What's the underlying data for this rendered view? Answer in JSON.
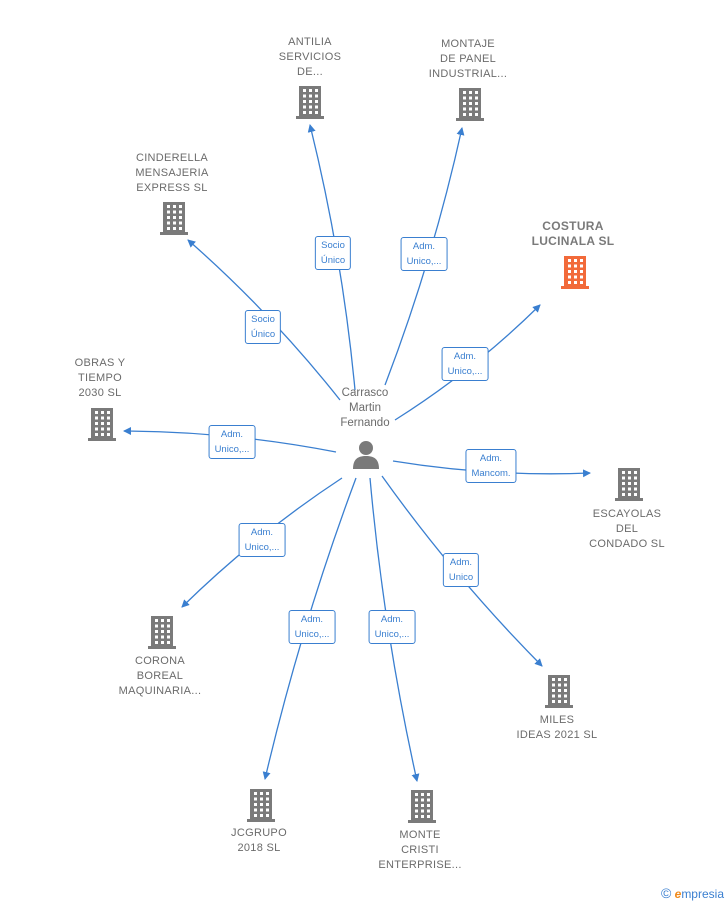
{
  "center": {
    "name": [
      "Carrasco",
      "Martin",
      "Fernando"
    ],
    "icon": "person-icon"
  },
  "nodes": [
    {
      "id": "antilia",
      "label": [
        "ANTILIA",
        "SERVICIOS",
        "DE..."
      ],
      "icon": "building-icon",
      "highlight": false
    },
    {
      "id": "montaje",
      "label": [
        "MONTAJE",
        "DE PANEL",
        "INDUSTRIAL..."
      ],
      "icon": "building-icon",
      "highlight": false
    },
    {
      "id": "cinderella",
      "label": [
        "CINDERELLA",
        "MENSAJERIA",
        "EXPRESS SL"
      ],
      "icon": "building-icon",
      "highlight": false
    },
    {
      "id": "costura",
      "label": [
        "COSTURA",
        "LUCINALA SL"
      ],
      "icon": "building-icon",
      "highlight": true
    },
    {
      "id": "obras",
      "label": [
        "OBRAS Y",
        "TIEMPO",
        "2030 SL"
      ],
      "icon": "building-icon",
      "highlight": false
    },
    {
      "id": "escayolas",
      "label": [
        "ESCAYOLAS",
        "DEL",
        "CONDADO SL"
      ],
      "icon": "building-icon",
      "highlight": false
    },
    {
      "id": "corona",
      "label": [
        "CORONA",
        "BOREAL",
        "MAQUINARIA..."
      ],
      "icon": "building-icon",
      "highlight": false
    },
    {
      "id": "miles",
      "label": [
        "MILES",
        "IDEAS 2021 SL"
      ],
      "icon": "building-icon",
      "highlight": false
    },
    {
      "id": "jcgrupo",
      "label": [
        "JCGRUPO",
        "2018 SL"
      ],
      "icon": "building-icon",
      "highlight": false
    },
    {
      "id": "monte",
      "label": [
        "MONTE",
        "CRISTI",
        "ENTERPRISE..."
      ],
      "icon": "building-icon",
      "highlight": false
    }
  ],
  "edges": [
    {
      "to": "antilia",
      "label": [
        "Socio",
        "Único"
      ]
    },
    {
      "to": "montaje",
      "label": [
        "Adm.",
        "Unico,..."
      ]
    },
    {
      "to": "cinderella",
      "label": [
        "Socio",
        "Único"
      ]
    },
    {
      "to": "costura",
      "label": [
        "Adm.",
        "Unico,..."
      ]
    },
    {
      "to": "obras",
      "label": [
        "Adm.",
        "Unico,..."
      ]
    },
    {
      "to": "escayolas",
      "label": [
        "Adm.",
        "Mancom."
      ]
    },
    {
      "to": "corona",
      "label": [
        "Adm.",
        "Unico,..."
      ]
    },
    {
      "to": "miles",
      "label": [
        "Adm.",
        "Unico"
      ]
    },
    {
      "to": "jcgrupo",
      "label": [
        "Adm.",
        "Unico,..."
      ]
    },
    {
      "to": "monte",
      "label": [
        "Adm.",
        "Unico,..."
      ]
    }
  ],
  "colors": {
    "edge": "#3a7fd0",
    "building": "#7a7a7a",
    "highlight": "#f26a3a"
  },
  "footer": {
    "copyright": "©",
    "brand_first": "e",
    "brand_rest": "mpresia"
  }
}
